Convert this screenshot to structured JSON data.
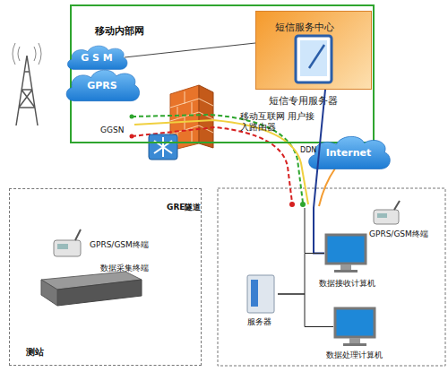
{
  "diagram": {
    "nodes": [
      {
        "text": [
          "移动内部网"
        ]
      },
      {
        "text": [
          "G S M"
        ],
        "in": 0
      },
      {
        "text": [
          "GPRS"
        ],
        "in": 0
      },
      {
        "text": [
          "短信服务中心",
          "短信专用服务器"
        ],
        "in": 0
      },
      {
        "text": [
          "Internet"
        ]
      },
      {
        "text": [
          "测站"
        ]
      },
      {
        "text": [
          "GPRS/GSM终端"
        ],
        "in": 5
      },
      {
        "text": [
          "数据采集终端"
        ],
        "in": 5
      },
      {
        "text": [
          "GPRS/GSM终端"
        ]
      },
      {
        "text": [
          "数据接收计算机"
        ]
      },
      {
        "text": [
          "服务器"
        ]
      },
      {
        "text": [
          "数据处理计算机"
        ]
      }
    ],
    "edges": [
      {
        "from": 1,
        "to": 3,
        "arrow": "none"
      },
      {
        "from": 3,
        "to": 9,
        "arrow": "none"
      },
      {
        "from": 10,
        "to": 9,
        "arrow": "none"
      },
      {
        "from": 10,
        "to": 11,
        "arrow": "none"
      }
    ],
    "labels": [
      "GGSN",
      "GRE隧道",
      "移动互联网 用户接入路由器",
      "DDN"
    ]
  }
}
